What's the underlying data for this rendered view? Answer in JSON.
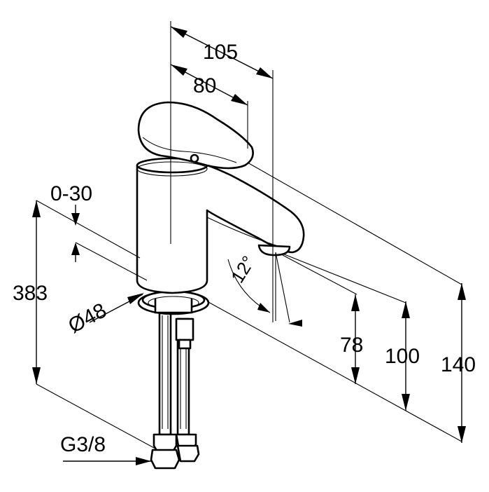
{
  "diagram": {
    "colors": {
      "line": "#000000",
      "background": "#ffffff"
    },
    "dimensions": {
      "reach_total": "105",
      "reach_spout": "80",
      "base_height_range": "0-30",
      "total_height": "383",
      "base_diameter": "Ø48",
      "spout_angle": "12°",
      "spout_height": "78",
      "outlet_height": "100",
      "tap_height": "140",
      "connection_thread": "G3/8"
    }
  }
}
